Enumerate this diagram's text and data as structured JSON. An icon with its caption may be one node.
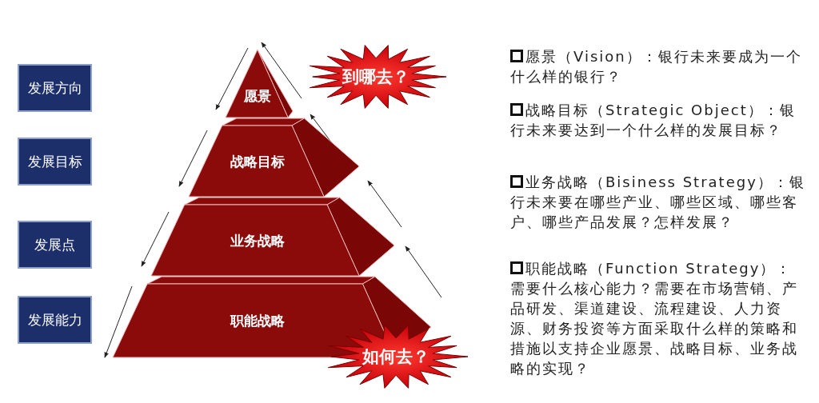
{
  "diagram": {
    "nodes": [
      {
        "text": [
          "发展方向"
        ]
      },
      {
        "text": [
          "发展目标"
        ]
      },
      {
        "text": [
          "发展点"
        ]
      },
      {
        "text": [
          "发展能力"
        ]
      },
      {
        "text": [
          "愿景"
        ]
      },
      {
        "text": [
          "战略目标"
        ]
      },
      {
        "text": [
          "业务战略"
        ]
      },
      {
        "text": [
          "职能战略"
        ]
      },
      {
        "text": [
          "到哪去？"
        ]
      },
      {
        "text": [
          "如何去？"
        ]
      }
    ],
    "labels": [
      "愿景（Vision）：银行未来要成为一个什么样的银行？",
      "战略目标（Strategic Object）：银行未来要达到一个什么样的发展目标？",
      "业务战略（Bisiness Strategy）：银行未来要在哪些产业、哪些区域、哪些客户、哪些产品发展？怎样发展？",
      "职能战略（Function Strategy）：需要什么核心能力？需要在市场营销、产品研发、渠道建设、流程建设、人力资源、财务投资等方面采取什么样的策略和措施以支持企业愿景、战略目标、业务战略的实现？"
    ]
  }
}
